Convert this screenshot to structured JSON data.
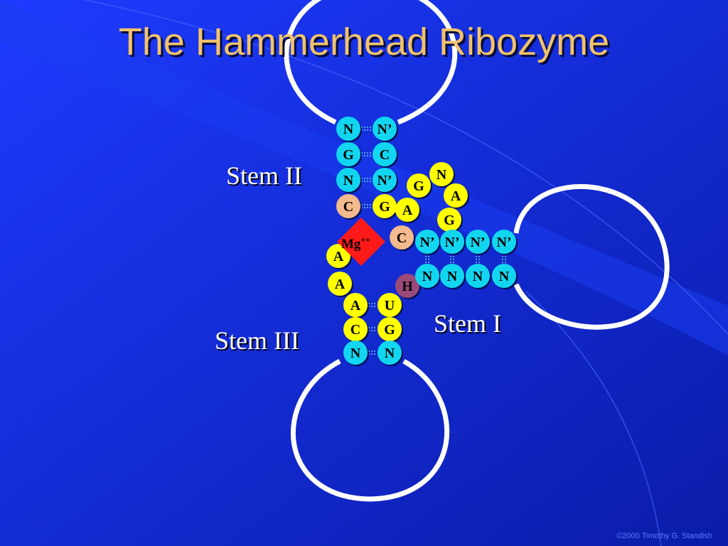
{
  "slide": {
    "title": "The Hammerhead Ribozyme",
    "copyright": "©2000 Timothy G. Standish"
  },
  "colors": {
    "background_start": "#1d3bff",
    "background_end": "#0a1ca8",
    "diagonal_band": "#1a3cf0",
    "cyan_nucleotide": "#12d6f0",
    "yellow_nucleotide": "#ffff00",
    "peach_nucleotide": "#f4b98c",
    "purple_nucleotide": "#9a4a78",
    "magnesium": "#ff1a1a",
    "loop": "#ffffff"
  },
  "labels": {
    "stem_ii": "Stem II",
    "stem_iii": "Stem III",
    "stem_i": "Stem I"
  },
  "magnesium_ion": {
    "text": "Mg",
    "charge": "++"
  },
  "nucleotides": [
    {
      "id": "n-s2-l1",
      "text": "N",
      "color": "cyan"
    },
    {
      "id": "n-s2-l2",
      "text": "G",
      "color": "cyan"
    },
    {
      "id": "n-s2-l3",
      "text": "N",
      "color": "cyan"
    },
    {
      "id": "n-s2-l4",
      "text": "C",
      "color": "peach"
    },
    {
      "id": "n-s2-r1",
      "text": "N’",
      "color": "cyan"
    },
    {
      "id": "n-s2-r2",
      "text": "C",
      "color": "cyan"
    },
    {
      "id": "n-s2-r3",
      "text": "N’",
      "color": "cyan"
    },
    {
      "id": "n-s2-r4",
      "text": "G",
      "color": "yellow"
    },
    {
      "id": "n-core-1",
      "text": "A",
      "color": "yellow"
    },
    {
      "id": "n-core-2",
      "text": "G",
      "color": "yellow"
    },
    {
      "id": "n-core-3",
      "text": "N",
      "color": "yellow"
    },
    {
      "id": "n-core-4",
      "text": "A",
      "color": "yellow"
    },
    {
      "id": "n-core-5",
      "text": "G",
      "color": "yellow"
    },
    {
      "id": "n-core-6",
      "text": "A",
      "color": "yellow"
    },
    {
      "id": "n-core-7",
      "text": "A",
      "color": "yellow"
    },
    {
      "id": "n-cleave-c",
      "text": "C",
      "color": "peach"
    },
    {
      "id": "n-cleave-h",
      "text": "H",
      "color": "purple"
    },
    {
      "id": "n-s1-t1",
      "text": "N’",
      "color": "cyan"
    },
    {
      "id": "n-s1-t2",
      "text": "N’",
      "color": "cyan"
    },
    {
      "id": "n-s1-t3",
      "text": "N’",
      "color": "cyan"
    },
    {
      "id": "n-s1-t4",
      "text": "N’",
      "color": "cyan"
    },
    {
      "id": "n-s1-b1",
      "text": "N",
      "color": "cyan"
    },
    {
      "id": "n-s1-b2",
      "text": "N",
      "color": "cyan"
    },
    {
      "id": "n-s1-b3",
      "text": "N",
      "color": "cyan"
    },
    {
      "id": "n-s1-b4",
      "text": "N",
      "color": "cyan"
    },
    {
      "id": "n-s3-l1",
      "text": "A",
      "color": "yellow"
    },
    {
      "id": "n-s3-l2",
      "text": "C",
      "color": "yellow"
    },
    {
      "id": "n-s3-l3",
      "text": "N",
      "color": "cyan"
    },
    {
      "id": "n-s3-r1",
      "text": "U",
      "color": "yellow"
    },
    {
      "id": "n-s3-r2",
      "text": "G",
      "color": "yellow"
    },
    {
      "id": "n-s3-r3",
      "text": "N",
      "color": "cyan"
    }
  ]
}
